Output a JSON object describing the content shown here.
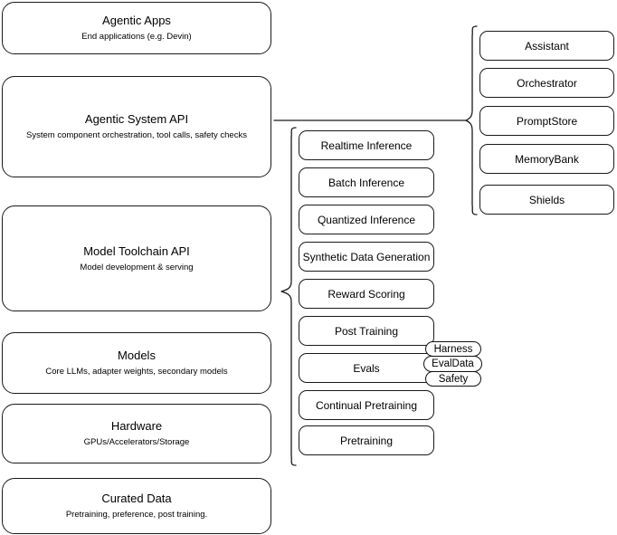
{
  "diagram": {
    "background": "#ffffff",
    "stroke_color": "#1a1a1a",
    "layers": [
      {
        "title": "Agentic Apps",
        "subtitle": "End applications (e.g. Devin)"
      },
      {
        "title": "Agentic System API",
        "subtitle": "System component orchestration, tool calls, safety checks"
      },
      {
        "title": "Model Toolchain API",
        "subtitle": "Model development & serving"
      },
      {
        "title": "Models",
        "subtitle": "Core LLMs, adapter weights, secondary models"
      },
      {
        "title": "Hardware",
        "subtitle": "GPUs/Accelerators/Storage"
      },
      {
        "title": "Curated Data",
        "subtitle": "Pretraining, preference, post training."
      }
    ],
    "agentic_components": [
      {
        "title": "Assistant"
      },
      {
        "title": "Orchestrator"
      },
      {
        "title": "PromptStore"
      },
      {
        "title": "MemoryBank"
      },
      {
        "title": "Shields"
      }
    ],
    "toolchain_components": [
      {
        "title": "Realtime Inference"
      },
      {
        "title": "Batch Inference"
      },
      {
        "title": "Quantized Inference"
      },
      {
        "title": "Synthetic Data Generation"
      },
      {
        "title": "Reward Scoring"
      },
      {
        "title": "Post Training"
      },
      {
        "title": "Evals"
      },
      {
        "title": "Continual Pretraining"
      },
      {
        "title": "Pretraining"
      }
    ],
    "evals_tags": [
      {
        "title": "Harness"
      },
      {
        "title": "EvalData"
      },
      {
        "title": "Safety"
      }
    ]
  }
}
